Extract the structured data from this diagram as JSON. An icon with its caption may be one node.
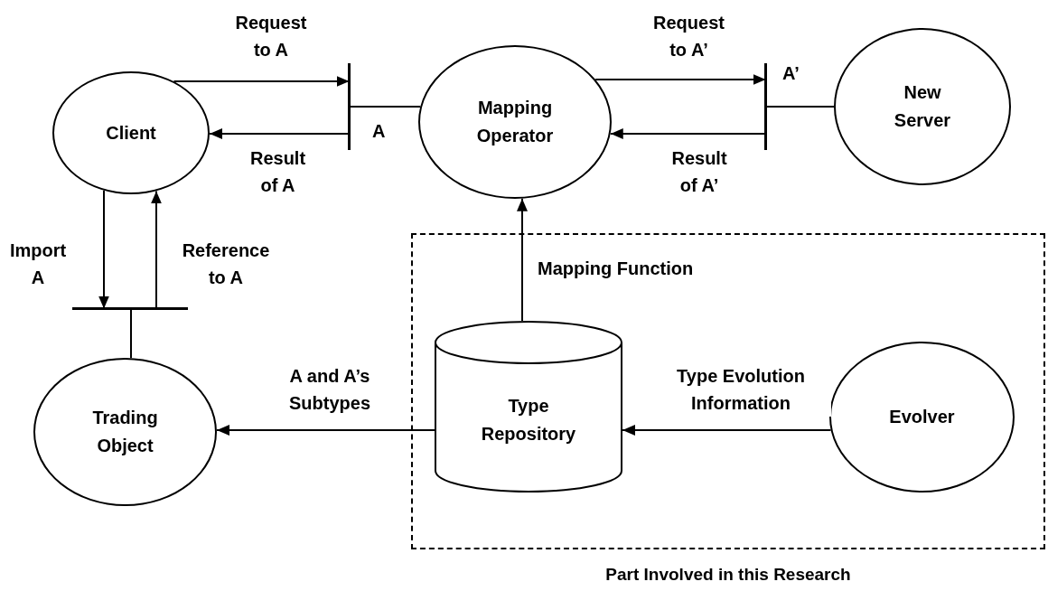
{
  "diagram": {
    "nodes": [
      {
        "text": [
          "Client"
        ]
      },
      {
        "text": [],
        "shape": "bar",
        "beside": [
          "A"
        ]
      },
      {
        "text": [
          "Mapping Operator"
        ]
      },
      {
        "text": [],
        "shape": "bar",
        "beside": [
          "A’"
        ]
      },
      {
        "text": [
          "New Server"
        ]
      },
      {
        "text": [
          "Part Involved in this Research"
        ]
      },
      {
        "text": [],
        "shape": "bar"
      },
      {
        "text": [
          "Trading Object"
        ]
      },
      {
        "text": [
          "Type Repository"
        ],
        "in": 5
      },
      {
        "text": [
          "Evolver"
        ],
        "in": 5
      }
    ],
    "edges": [
      {
        "from": 0,
        "to": 1,
        "arrow": "to",
        "label": "Request to A"
      },
      {
        "from": 1,
        "to": 0,
        "arrow": "to",
        "label": "Result of A"
      },
      {
        "from": 1,
        "to": 2,
        "arrow": "none"
      },
      {
        "from": 2,
        "to": 3,
        "arrow": "to",
        "label": "Request to A’"
      },
      {
        "from": 3,
        "to": 2,
        "arrow": "to",
        "label": "Result of A’"
      },
      {
        "from": 3,
        "to": 4,
        "arrow": "none"
      },
      {
        "from": 0,
        "to": 6,
        "arrow": "to",
        "label": "Import A"
      },
      {
        "from": 6,
        "to": 0,
        "arrow": "to",
        "label": "Reference to A"
      },
      {
        "from": 6,
        "to": 7,
        "arrow": "none"
      },
      {
        "from": 8,
        "to": 2,
        "arrow": "to",
        "label": "Mapping Function"
      },
      {
        "from": 8,
        "to": 7,
        "arrow": "to",
        "label": "A and A’s Subtypes"
      },
      {
        "from": 9,
        "to": 8,
        "arrow": "to",
        "label": "Type Evolution Information"
      }
    ]
  }
}
